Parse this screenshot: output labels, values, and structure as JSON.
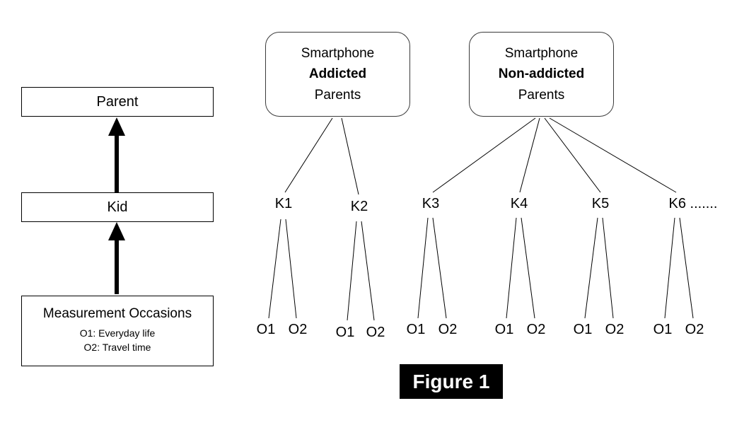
{
  "left_panel": {
    "parent_label": "Parent",
    "kid_label": "Kid",
    "measurement": {
      "title": "Measurement Occasions",
      "items": [
        "O1: Everyday life",
        "O2: Travel time"
      ]
    }
  },
  "groups": {
    "addicted": {
      "line1": "Smartphone",
      "line2": "Addicted",
      "line3": "Parents"
    },
    "non_addicted": {
      "line1": "Smartphone",
      "line2": "Non-addicted",
      "line3": "Parents"
    }
  },
  "kids": [
    {
      "label": "K1",
      "occasions": [
        "O1",
        "O2"
      ]
    },
    {
      "label": "K2",
      "occasions": [
        "O1",
        "O2"
      ]
    },
    {
      "label": "K3",
      "occasions": [
        "O1",
        "O2"
      ]
    },
    {
      "label": "K4",
      "occasions": [
        "O1",
        "O2"
      ]
    },
    {
      "label": "K5",
      "occasions": [
        "O1",
        "O2"
      ]
    },
    {
      "label": "K6 .......",
      "occasions": [
        "O1",
        "O2"
      ]
    }
  ],
  "caption": "Figure 1",
  "colors": {
    "line": "#000000",
    "caption_bg": "#000000",
    "caption_text": "#ffffff"
  }
}
